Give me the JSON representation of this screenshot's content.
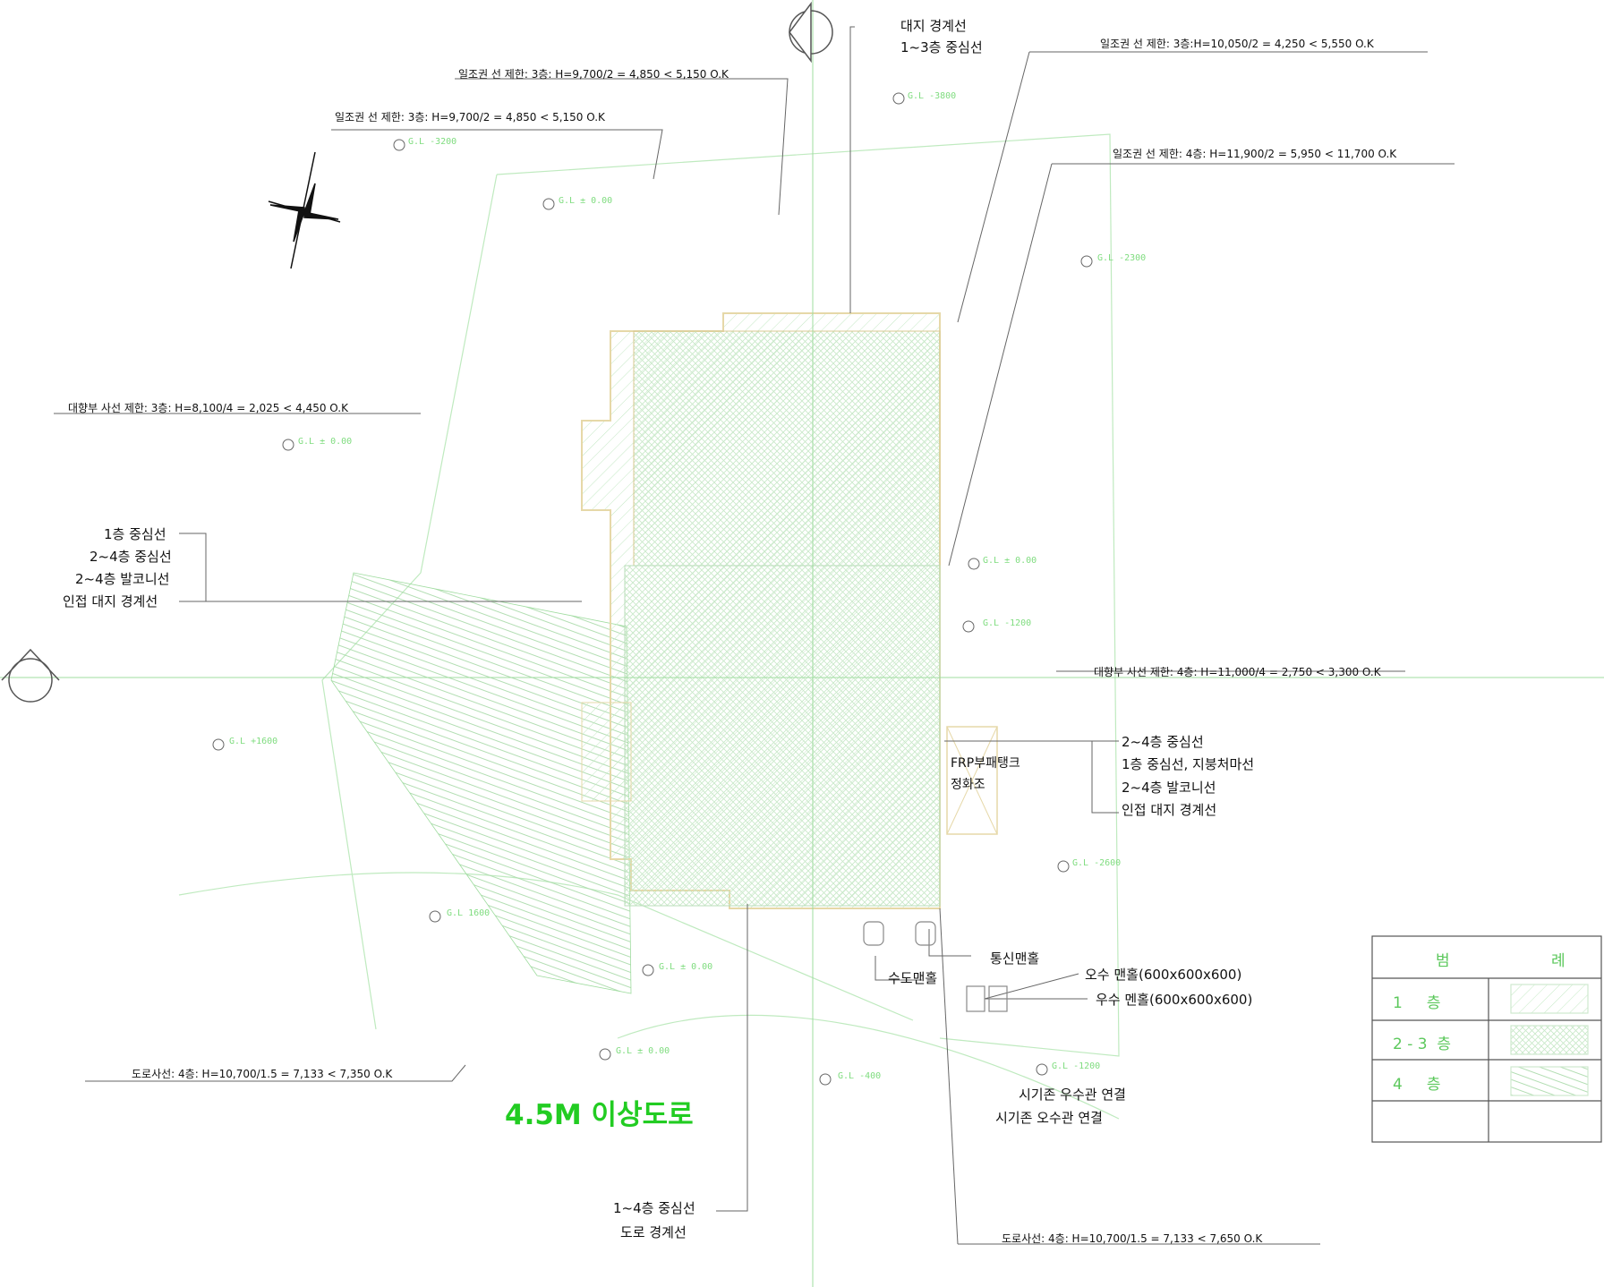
{
  "labels": {
    "site_boundary": "대지 경계선",
    "center_1_3": "1~3층 중심선",
    "center_1": "1층 중심선",
    "center_2_4": "2~4층 중심선",
    "balcony_2_4": "2~4층 발코니선",
    "adjacent_boundary": "인접 대지 경계선",
    "right_center_2_4": "2~4층 중심선",
    "right_center_1_eaves": "1층 중심선, 지붕처마선",
    "right_balcony_2_4": "2~4층 발코니선",
    "right_adjacent_boundary": "인접 대지 경계선",
    "frp_tank": "FRP부패탱크",
    "septic": "정화조",
    "telecom_manhole": "통신맨홀",
    "water_manhole": "수도맨홀",
    "sewage_manhole": "오수 맨홀(600x600x600)",
    "storm_manhole": "우수 멘홀(600x600x600)",
    "existing_storm": "시기존 우수관 연결",
    "existing_sewage": "시기존 오수관 연결",
    "center_1_4": "1~4층 중심선",
    "road_boundary": "도로 경계선",
    "road_name": "4.5M 이상도로"
  },
  "notes": {
    "sun_right_3f": "일조권 선 제한: 3층:H=10,050/2 =  4,250 < 5,550   O.K",
    "sun_top_3f": "일조권 선 제한: 3층: H=9,700/2 =  4,850 < 5,150   O.K",
    "sun_mid_3f": "일조권 선 제한: 3층: H=9,700/2 =  4,850 < 5,150   O.K",
    "sun_right_4f": "일조권 선 제한: 4층: H=11,900/2 =  5,950 < 11,700   O.K",
    "face_left_3f": "대향부 사선 제한: 3층: H=8,100/4 = 2,025 < 4,450   O.K",
    "face_right_4f": "대향부 사선 제한: 4층: H=11,000/4 = 2,750 < 3,300   O.K",
    "road_left_4f": "도로사선: 4층: H=10,700/1.5 = 7,133 < 7,350   O.K",
    "road_right_4f": "도로사선: 4층: H=10,700/1.5 = 7,133 < 7,650   O.K"
  },
  "levels": {
    "gl_1": "G.L -3800",
    "gl_2": "G.L -3200",
    "gl_3": "G.L ± 0.00",
    "gl_4": "G.L -2300",
    "gl_5": "G.L ± 0.00",
    "gl_6": "G.L ± 0.00",
    "gl_7": "G.L -1200",
    "gl_8": "G.L +1600",
    "gl_9": "G.L -2600",
    "gl_10": "G.L 1600",
    "gl_11": "G.L ± 0.00",
    "gl_12": "G.L ± 0.00",
    "gl_13": "G.L -1200",
    "gl_14": "G.L -400"
  },
  "legend": {
    "title_left": "범",
    "title_right": "례",
    "floor_1": "1     층",
    "floor_2_3": "2 - 3  층",
    "floor_4": "4     층"
  },
  "colors": {
    "line": "#9fe09f",
    "ink": "#111111",
    "hatch": "#b8e4b8",
    "road_text": "#22cc22"
  }
}
